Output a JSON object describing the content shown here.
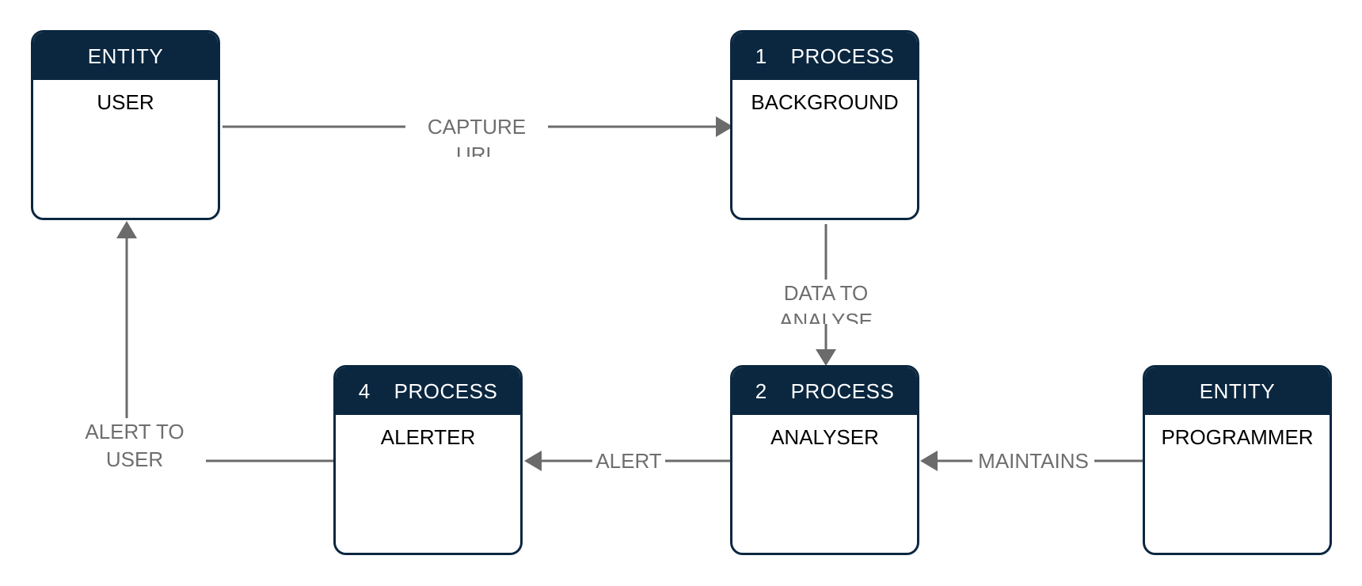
{
  "colors": {
    "header": "#0b2740",
    "border": "#0b2740",
    "connector": "#6b6b6b",
    "label": "#6e6e6e"
  },
  "nodes": {
    "user": {
      "kind": "ENTITY",
      "name": "USER"
    },
    "background": {
      "number": "1",
      "kind": "PROCESS",
      "name": "BACKGROUND"
    },
    "analyser": {
      "number": "2",
      "kind": "PROCESS",
      "name": "ANALYSER"
    },
    "alerter": {
      "number": "4",
      "kind": "PROCESS",
      "name": "ALERTER"
    },
    "programmer": {
      "kind": "ENTITY",
      "name": "PROGRAMMER"
    }
  },
  "flows": {
    "capture_url": "CAPTURE URL",
    "data_to_analyse": "DATA TO ANALYSE",
    "alert": "ALERT",
    "alert_to_user": "ALERT TO USER",
    "maintains": "MAINTAINS"
  }
}
